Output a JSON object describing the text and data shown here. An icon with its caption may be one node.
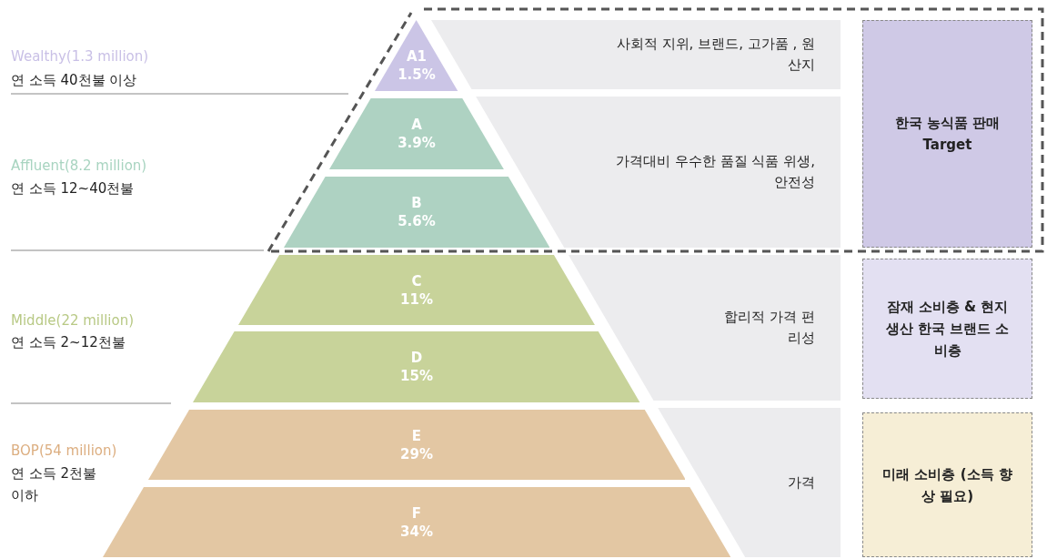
{
  "diagram": {
    "nodes": [
      {
        "text": [
          "A1",
          "1.5%"
        ]
      },
      {
        "text": [
          "A",
          "3.9%"
        ]
      },
      {
        "text": [
          "B",
          "5.6%"
        ]
      },
      {
        "text": [
          "C",
          "11%"
        ]
      },
      {
        "text": [
          "D",
          "15%"
        ]
      },
      {
        "text": [
          "E",
          "29%"
        ]
      },
      {
        "text": [
          "F",
          "34%"
        ]
      },
      {
        "text": [
          "사회적 지위, 브랜드, 고가품 , 원산지"
        ]
      },
      {
        "text": [
          "가격대비  우수한 품질 식품 위생, 안전성"
        ]
      },
      {
        "text": [
          "합리적 가격 편리성"
        ]
      },
      {
        "text": [
          "가격"
        ]
      },
      {
        "text": [
          "한국 농식품 판매 Target"
        ]
      },
      {
        "text": [
          "잠재 소비층 & 현지 생산 한국 브랜드 소비층"
        ]
      },
      {
        "text": [
          "미래 소비층 (소득 향상 필요)"
        ]
      }
    ],
    "labels": [
      "Wealthy(1.3 million)",
      "연 소득  40천불 이상",
      "Affluent(8.2 million)",
      "연 소득 12~40천불",
      "Middle(22 million)",
      "연 소득 2~12천불",
      "BOP(54 million)",
      "연 소득 2천불 이하"
    ]
  }
}
